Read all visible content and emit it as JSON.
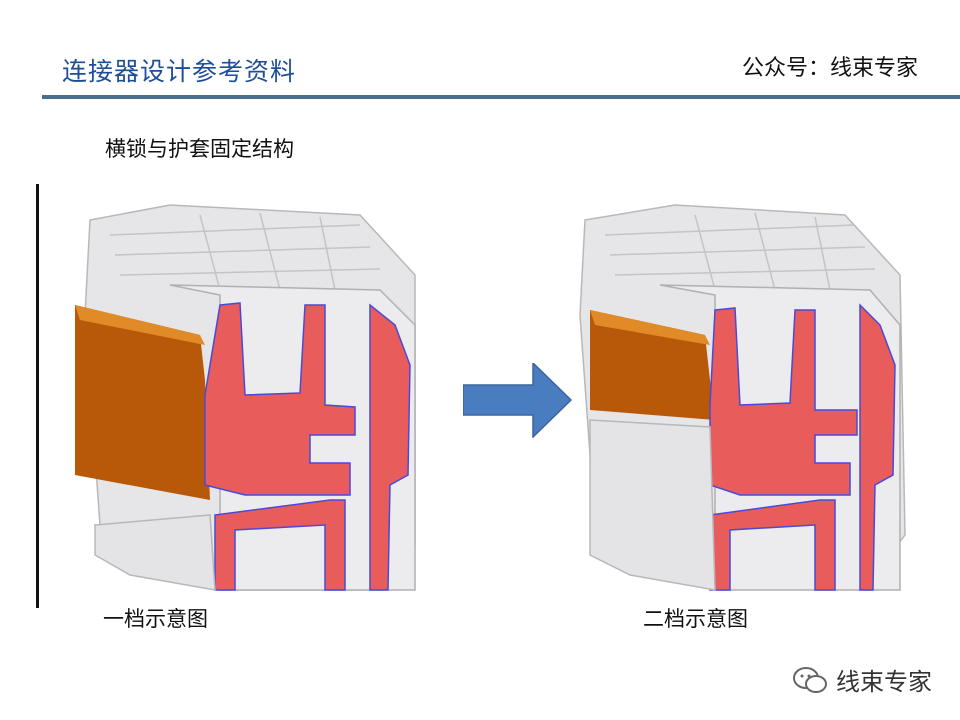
{
  "header": {
    "title": "连接器设计参考资料",
    "account": "公众号：线束专家"
  },
  "section": {
    "title": "横锁与护套固定结构"
  },
  "figures": [
    {
      "caption": "一档示意图"
    },
    {
      "caption": "二档示意图"
    }
  ],
  "arrow": {
    "icon": "right-arrow-icon",
    "color": "#4a7dbf"
  },
  "colors": {
    "housing": "#e8e8ea",
    "lock": "#e85c5c",
    "lock_outline": "#4a4ad8",
    "tpa": "#d8780e",
    "title": "#1f4e99"
  },
  "watermark": {
    "label": "线束专家",
    "icon": "wechat-icon"
  }
}
